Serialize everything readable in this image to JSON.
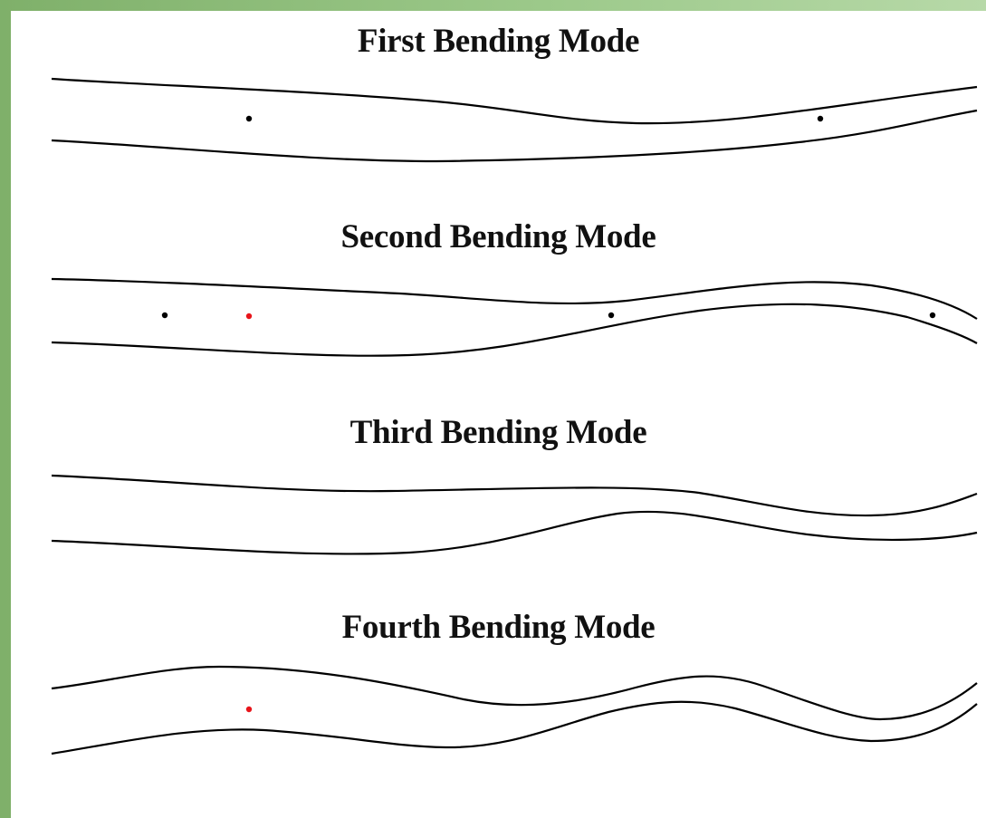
{
  "colors": {
    "curve": "#000000",
    "node_black": "#000000",
    "node_red": "#e8141a",
    "frame": "#8fbd7d",
    "background": "#ffffff"
  },
  "modes": [
    {
      "title": "First Bending Mode",
      "marker_colors": [
        "node_black",
        "node_black"
      ]
    },
    {
      "title": "Second Bending Mode",
      "marker_colors": [
        "node_black",
        "node_red",
        "node_black",
        "node_black"
      ]
    },
    {
      "title": "Third Bending Mode",
      "marker_colors": []
    },
    {
      "title": "Fourth Bending Mode",
      "marker_colors": [
        "node_red"
      ]
    }
  ]
}
